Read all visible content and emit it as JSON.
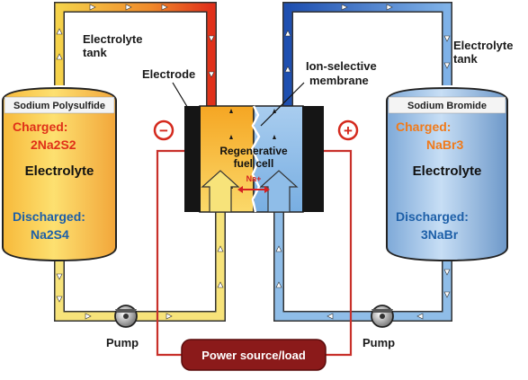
{
  "left_tank": {
    "header": "Sodium Polysulfide",
    "charged_label": "Charged:",
    "charged_formula": "2Na2S2",
    "electrolyte_label": "Electrolyte",
    "discharged_label": "Discharged:",
    "discharged_formula": "Na2S4",
    "tank_label_line1": "Electrolyte",
    "tank_label_line2": "tank"
  },
  "right_tank": {
    "header": "Sodium Bromide",
    "charged_label": "Charged:",
    "charged_formula": "NaBr3",
    "electrolyte_label": "Electrolyte",
    "discharged_label": "Discharged:",
    "discharged_formula": "3NaBr",
    "tank_label_line1": "Electrolyte",
    "tank_label_line2": "tank"
  },
  "cell": {
    "electrode_label": "Electrode",
    "membrane_label_line1": "Ion-selective",
    "membrane_label_line2": "membrane",
    "title_line1": "Regenerative",
    "title_line2": "fuel cell",
    "ion": "Na+"
  },
  "terminals": {
    "negative": "−",
    "positive": "+"
  },
  "pumps": {
    "left_label": "Pump",
    "right_label": "Pump"
  },
  "power": {
    "label": "Power source/load"
  },
  "colors": {
    "yellow_fluid": "#f7e37a",
    "blue_fluid": "#8fbde8",
    "circuit_red": "#c8302a",
    "power_box": "#8b1a1a"
  }
}
